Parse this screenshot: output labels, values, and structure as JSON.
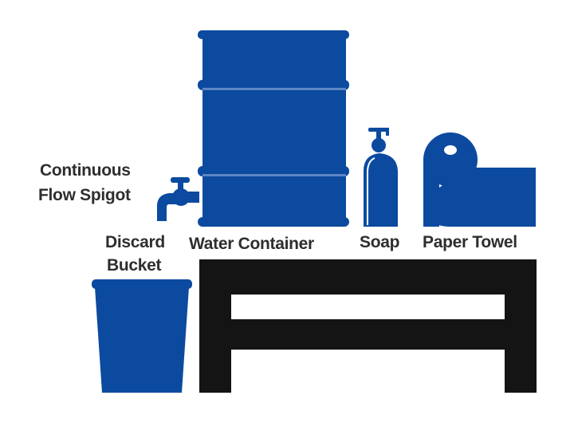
{
  "colors": {
    "blue": "#0c4a9f",
    "table": "#141414",
    "text": "#2e2e2e"
  },
  "labels": {
    "spigot_line1": "Continuous",
    "spigot_line2": "Flow Spigot",
    "bucket_line1": "Discard",
    "bucket_line2": "Bucket",
    "water_container": "Water Container",
    "soap": "Soap",
    "paper_towel": "Paper Towel"
  }
}
